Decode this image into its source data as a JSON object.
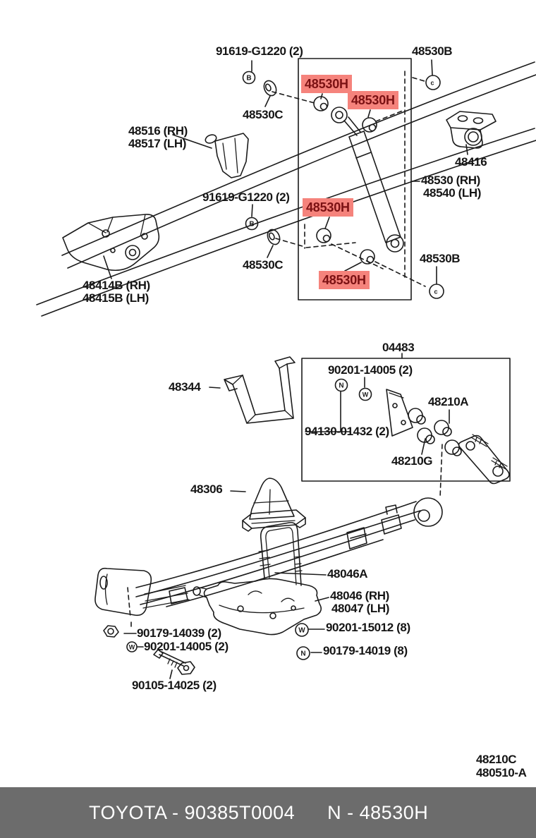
{
  "colors": {
    "highlight_bg": "#f5837c",
    "highlight_text": "#7b1113",
    "line": "#1b1b1b",
    "footer_bg": "#6c6c6c",
    "footer_text": "#ffffff"
  },
  "callouts": [
    {
      "text": "91619-G1220 (2)",
      "highlight": false
    },
    {
      "text": "48530B",
      "highlight": false
    },
    {
      "text": "48530C",
      "highlight": false
    },
    {
      "text": "48516 (RH)",
      "highlight": false
    },
    {
      "text": "48517 (LH)",
      "highlight": false
    },
    {
      "text": "48530H",
      "highlight": true
    },
    {
      "text": "48530H",
      "highlight": true
    },
    {
      "text": "48416",
      "highlight": false
    },
    {
      "text": "48530 (RH)",
      "highlight": false
    },
    {
      "text": "48540 (LH)",
      "highlight": false
    },
    {
      "text": "91619-G1220 (2)",
      "highlight": false
    },
    {
      "text": "48530H",
      "highlight": true
    },
    {
      "text": "48530C",
      "highlight": false
    },
    {
      "text": "48530B",
      "highlight": false
    },
    {
      "text": "48530H",
      "highlight": true
    },
    {
      "text": "48414B (RH)",
      "highlight": false
    },
    {
      "text": "48415B (LH)",
      "highlight": false
    },
    {
      "text": "04483",
      "highlight": false
    },
    {
      "text": "90201-14005 (2)",
      "highlight": false
    },
    {
      "text": "48344",
      "highlight": false
    },
    {
      "text": "48210A",
      "highlight": false
    },
    {
      "text": "94130-01432 (2)",
      "highlight": false
    },
    {
      "text": "48210G",
      "highlight": false
    },
    {
      "text": "48306",
      "highlight": false
    },
    {
      "text": "48046A",
      "highlight": false
    },
    {
      "text": "48046 (RH)",
      "highlight": false
    },
    {
      "text": "48047 (LH)",
      "highlight": false
    },
    {
      "text": "90179-14039 (2)",
      "highlight": false
    },
    {
      "text": "90201-14005 (2)",
      "highlight": false
    },
    {
      "text": "90201-15012 (8)",
      "highlight": false
    },
    {
      "text": "90179-14019 (8)",
      "highlight": false
    },
    {
      "text": "90105-14025 (2)",
      "highlight": false
    },
    {
      "text": "48210C",
      "highlight": false
    },
    {
      "text": "480510-A",
      "highlight": false
    }
  ],
  "markers": [
    "B",
    "B",
    "c",
    "c",
    "N",
    "W",
    "W",
    "N",
    "W"
  ],
  "footer": {
    "left": "TOYOTA - 90385T0004",
    "right": "N - 48530H"
  }
}
